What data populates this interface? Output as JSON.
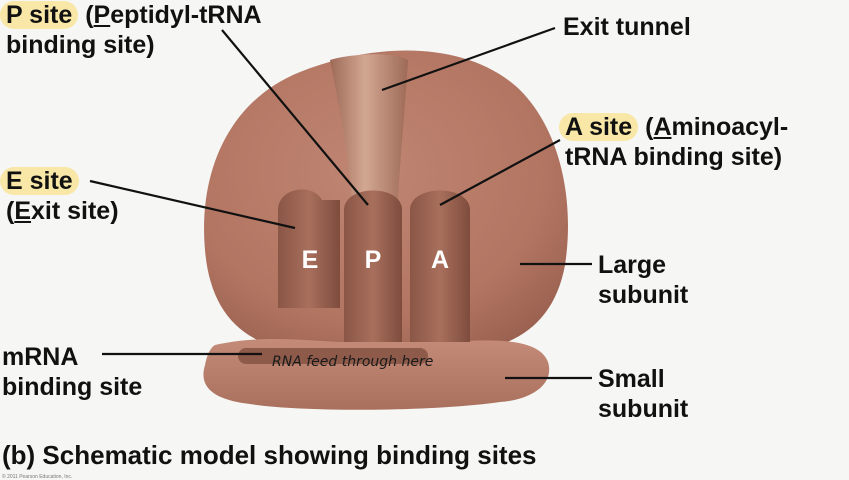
{
  "labels": {
    "p_site_name": "P site",
    "p_site_paren_open": " (",
    "p_site_underlined": "P",
    "p_site_rest_line1": "eptidyl-tRNA",
    "p_site_line2": "binding site)",
    "exit_tunnel": "Exit tunnel",
    "a_site_name": "A site",
    "a_site_paren_open": " (",
    "a_site_underlined": "A",
    "a_site_rest_line1": "minoacyl-",
    "a_site_line2": "tRNA binding site)",
    "e_site_name": "E site",
    "e_site_paren_open": "(",
    "e_site_underlined": "E",
    "e_site_rest": "xit site)",
    "large_subunit_line1": "Large",
    "large_subunit_line2": "subunit",
    "mrna_line1": "mRNA",
    "mrna_line2": "binding site",
    "small_subunit_line1": "Small",
    "small_subunit_line2": "subunit"
  },
  "sites": {
    "e": "E",
    "p": "P",
    "a": "A"
  },
  "annotation": "RNA feed through here",
  "caption": "(b) Schematic model showing binding sites",
  "copyright": "© 2011 Pearson Education, Inc.",
  "colors": {
    "highlight": "#f8e7a6",
    "ribosome": "#b57b68",
    "ribosome_dark": "#8e5a4a",
    "tunnel": "#c89a85"
  }
}
